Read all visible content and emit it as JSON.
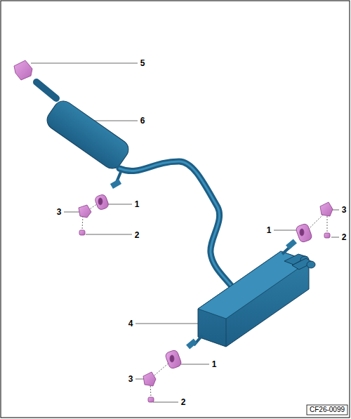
{
  "diagram": {
    "labels": [
      "5",
      "6",
      "1",
      "3",
      "2",
      "1",
      "3",
      "2",
      "4",
      "1",
      "3",
      "2",
      "CF26-0099"
    ]
  }
}
